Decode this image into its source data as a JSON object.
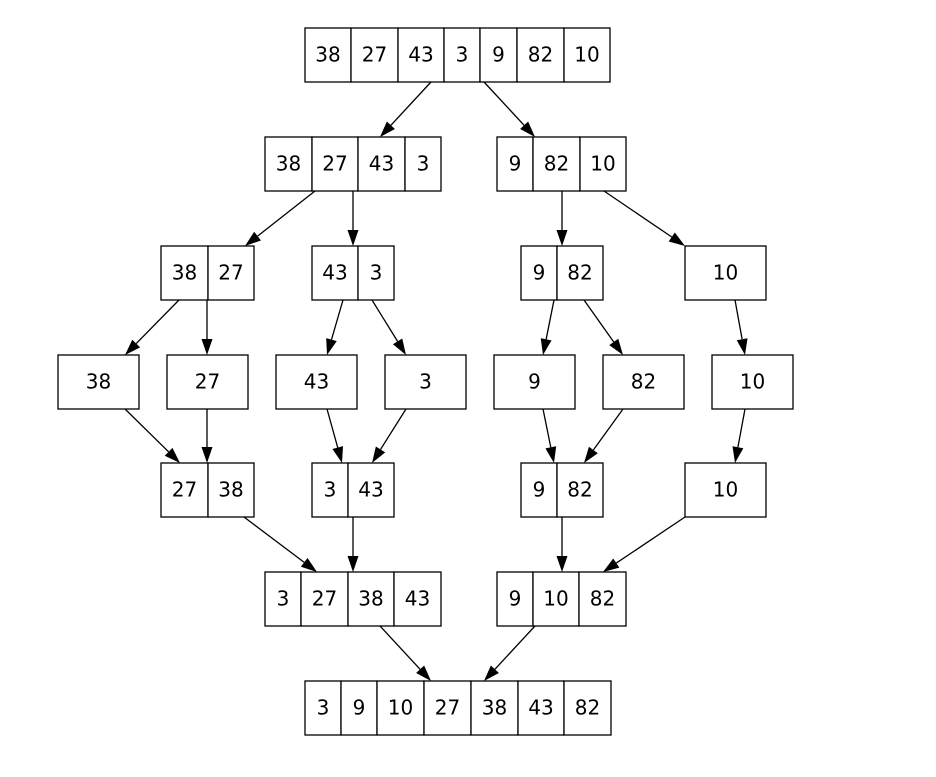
{
  "diagram": {
    "nodes": [
      {
        "id": "root",
        "values": [
          "38",
          "27",
          "43",
          "3",
          "9",
          "82",
          "10"
        ]
      },
      {
        "id": "left-half",
        "values": [
          "38",
          "27",
          "43",
          "3"
        ]
      },
      {
        "id": "right-half",
        "values": [
          "9",
          "82",
          "10"
        ]
      },
      {
        "id": "ll",
        "values": [
          "38",
          "27"
        ]
      },
      {
        "id": "lr",
        "values": [
          "43",
          "3"
        ]
      },
      {
        "id": "rl",
        "values": [
          "9",
          "82"
        ]
      },
      {
        "id": "rr",
        "values": [
          "10"
        ]
      },
      {
        "id": "leaf-38",
        "values": [
          "38"
        ]
      },
      {
        "id": "leaf-27",
        "values": [
          "27"
        ]
      },
      {
        "id": "leaf-43",
        "values": [
          "43"
        ]
      },
      {
        "id": "leaf-3",
        "values": [
          "3"
        ]
      },
      {
        "id": "leaf-9",
        "values": [
          "9"
        ]
      },
      {
        "id": "leaf-82",
        "values": [
          "82"
        ]
      },
      {
        "id": "leaf-10",
        "values": [
          "10"
        ]
      },
      {
        "id": "merge-ll",
        "values": [
          "27",
          "38"
        ]
      },
      {
        "id": "merge-lr",
        "values": [
          "3",
          "43"
        ]
      },
      {
        "id": "merge-rl",
        "values": [
          "9",
          "82"
        ]
      },
      {
        "id": "merge-rr",
        "values": [
          "10"
        ]
      },
      {
        "id": "merge-left",
        "values": [
          "3",
          "27",
          "38",
          "43"
        ]
      },
      {
        "id": "merge-right",
        "values": [
          "9",
          "10",
          "82"
        ]
      },
      {
        "id": "sorted",
        "values": [
          "3",
          "9",
          "10",
          "27",
          "38",
          "43",
          "82"
        ]
      }
    ],
    "edges": [
      [
        "root",
        "left-half"
      ],
      [
        "root",
        "right-half"
      ],
      [
        "left-half",
        "ll"
      ],
      [
        "left-half",
        "lr"
      ],
      [
        "right-half",
        "rl"
      ],
      [
        "right-half",
        "rr"
      ],
      [
        "ll",
        "leaf-38"
      ],
      [
        "ll",
        "leaf-27"
      ],
      [
        "lr",
        "leaf-43"
      ],
      [
        "lr",
        "leaf-3"
      ],
      [
        "rl",
        "leaf-9"
      ],
      [
        "rl",
        "leaf-82"
      ],
      [
        "rr",
        "leaf-10"
      ],
      [
        "leaf-38",
        "merge-ll"
      ],
      [
        "leaf-27",
        "merge-ll"
      ],
      [
        "leaf-43",
        "merge-lr"
      ],
      [
        "leaf-3",
        "merge-lr"
      ],
      [
        "leaf-9",
        "merge-rl"
      ],
      [
        "leaf-82",
        "merge-rl"
      ],
      [
        "leaf-10",
        "merge-rr"
      ],
      [
        "merge-ll",
        "merge-left"
      ],
      [
        "merge-lr",
        "merge-left"
      ],
      [
        "merge-rl",
        "merge-right"
      ],
      [
        "merge-rr",
        "merge-right"
      ],
      [
        "merge-left",
        "sorted"
      ],
      [
        "merge-right",
        "sorted"
      ]
    ]
  }
}
